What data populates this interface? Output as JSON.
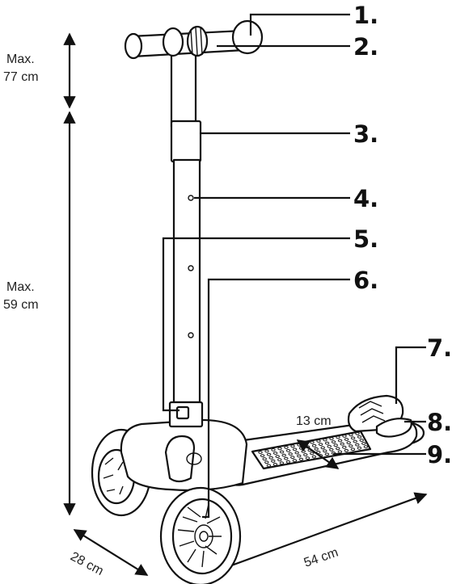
{
  "labels": {
    "part_1": "1.",
    "part_2": "2.",
    "part_3": "3.",
    "part_4": "4.",
    "part_5": "5.",
    "part_6": "6.",
    "part_7": "7.",
    "part_8": "8.",
    "part_9": "9."
  },
  "dimensions": {
    "handle_height_line1": "Max.",
    "handle_height_line2": "77 cm",
    "stem_height_line1": "Max.",
    "stem_height_line2": "59 cm",
    "deck_width": "13 cm",
    "base_width": "28 cm",
    "base_length": "54 cm"
  }
}
